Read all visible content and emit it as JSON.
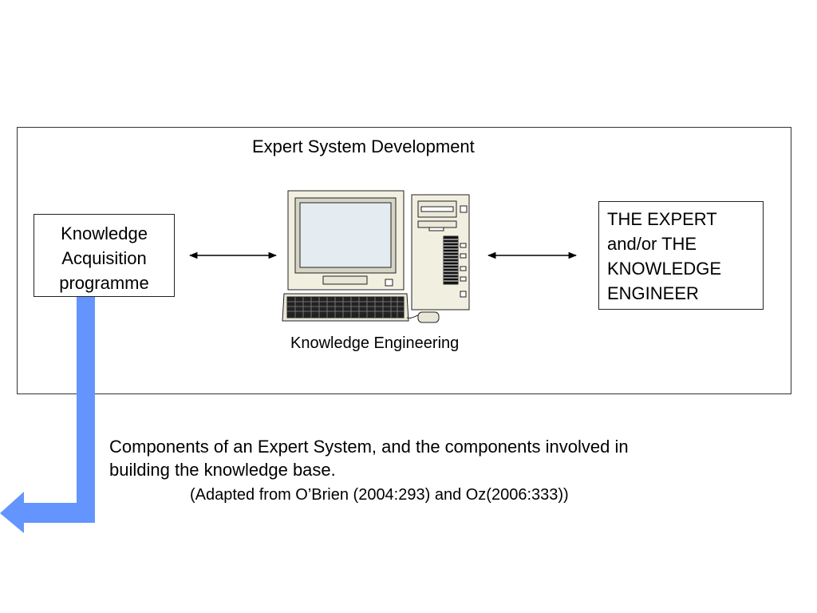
{
  "diagram": {
    "title": "Expert System Development",
    "left_box_lines": [
      "Knowledge",
      "Acquisition",
      "programme"
    ],
    "right_box_lines": [
      "THE EXPERT",
      "and/or THE",
      "KNOWLEDGE",
      "ENGINEER"
    ],
    "center_label": "Knowledge Engineering",
    "accent_color": "#6495ff"
  },
  "caption": {
    "lines": [
      "Components of an Expert System, and the components involved in",
      "building the knowledge base."
    ],
    "source": "(Adapted from O’Brien (2004:293) and Oz(2006:333))"
  },
  "icons": [
    "computer-icon",
    "double-arrow-icon",
    "return-arrow-icon"
  ]
}
